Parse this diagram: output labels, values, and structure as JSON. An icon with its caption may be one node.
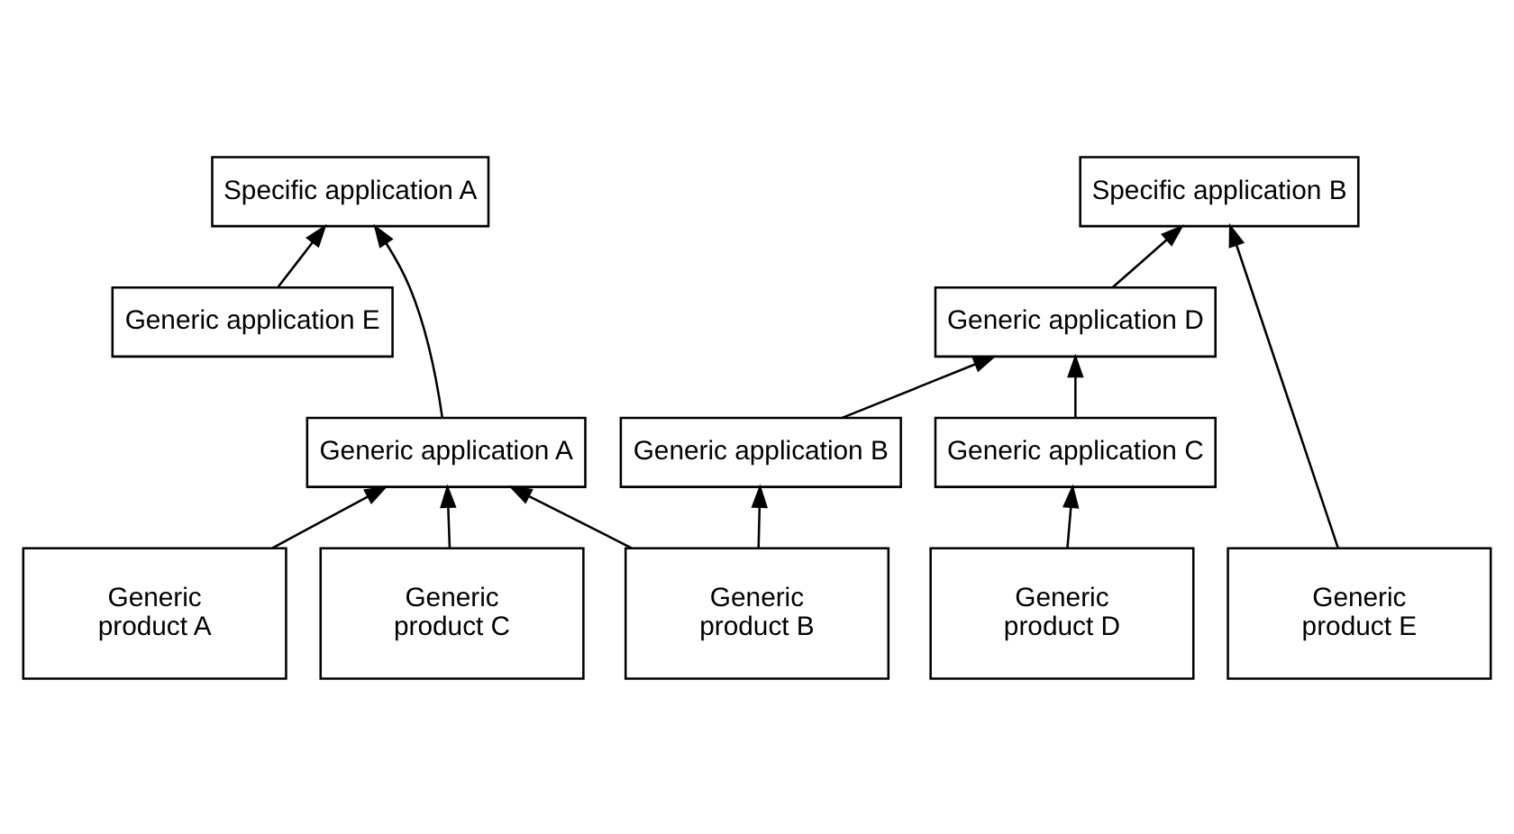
{
  "diagram": {
    "nodes": [
      {
        "text": [
          "Specific application A"
        ]
      },
      {
        "text": [
          "Specific application B"
        ]
      },
      {
        "text": [
          "Generic application D"
        ]
      },
      {
        "text": [
          "Generic application E"
        ]
      },
      {
        "text": [
          "Generic application A"
        ]
      },
      {
        "text": [
          "Generic application B"
        ]
      },
      {
        "text": [
          "Generic application C"
        ]
      },
      {
        "text": [
          "Generic product A"
        ]
      },
      {
        "text": [
          "Generic product B"
        ]
      },
      {
        "text": [
          "Generic product C"
        ]
      },
      {
        "text": [
          "Generic product D"
        ]
      },
      {
        "text": [
          "Generic product E"
        ]
      }
    ],
    "edges": [
      {
        "from": 4,
        "to": 0,
        "arrow": "to"
      },
      {
        "from": 3,
        "to": 0,
        "arrow": "to"
      },
      {
        "from": 2,
        "to": 1,
        "arrow": "to"
      },
      {
        "from": 11,
        "to": 1,
        "arrow": "to"
      },
      {
        "from": 5,
        "to": 2,
        "arrow": "to"
      },
      {
        "from": 6,
        "to": 2,
        "arrow": "to"
      },
      {
        "from": 7,
        "to": 4,
        "arrow": "to"
      },
      {
        "from": 8,
        "to": 4,
        "arrow": "to"
      },
      {
        "from": 9,
        "to": 4,
        "arrow": "to"
      },
      {
        "from": 8,
        "to": 5,
        "arrow": "to"
      },
      {
        "from": 10,
        "to": 6,
        "arrow": "to"
      }
    ]
  }
}
